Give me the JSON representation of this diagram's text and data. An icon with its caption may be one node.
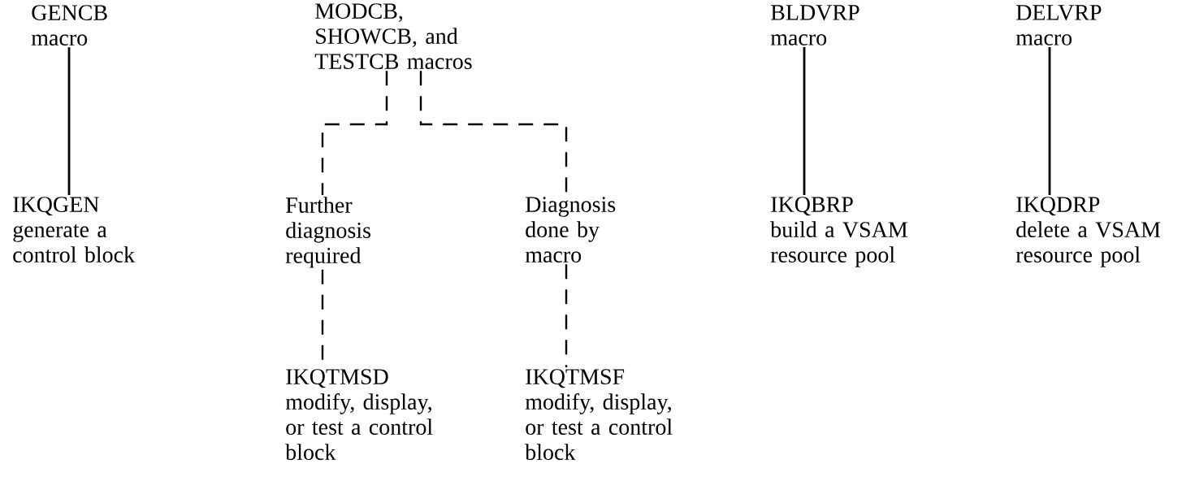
{
  "diagram": {
    "nodes": [
      {
        "text": [
          "GENCB macro"
        ]
      },
      {
        "text": [
          "IKQGEN",
          "generate a control block"
        ]
      },
      {
        "text": [
          "MODCB, SHOWCB, and TESTCB macros"
        ]
      },
      {
        "text": [
          "Further diagnosis required"
        ]
      },
      {
        "text": [
          "Diagnosis done by macro"
        ]
      },
      {
        "text": [
          "IKQTMSD",
          "modify, display, or test a control block"
        ]
      },
      {
        "text": [
          "IKQTMSF",
          "modify, display, or test a control block"
        ]
      },
      {
        "text": [
          "BLDVRP macro"
        ]
      },
      {
        "text": [
          "IKQBRP",
          "build a VSAM resource pool"
        ]
      },
      {
        "text": [
          "DELVRP macro"
        ]
      },
      {
        "text": [
          "IKQDRP",
          "delete a VSAM resource pool"
        ]
      }
    ],
    "edges": [
      {
        "from": 0,
        "to": 1,
        "arrow": "none"
      },
      {
        "from": 2,
        "to": 3,
        "arrow": "none",
        "style": "dashed"
      },
      {
        "from": 2,
        "to": 4,
        "arrow": "none",
        "style": "dashed"
      },
      {
        "from": 3,
        "to": 5,
        "arrow": "none",
        "style": "dashed"
      },
      {
        "from": 4,
        "to": 6,
        "arrow": "none",
        "style": "dashed"
      },
      {
        "from": 7,
        "to": 8,
        "arrow": "none"
      },
      {
        "from": 9,
        "to": 10,
        "arrow": "none"
      }
    ]
  }
}
